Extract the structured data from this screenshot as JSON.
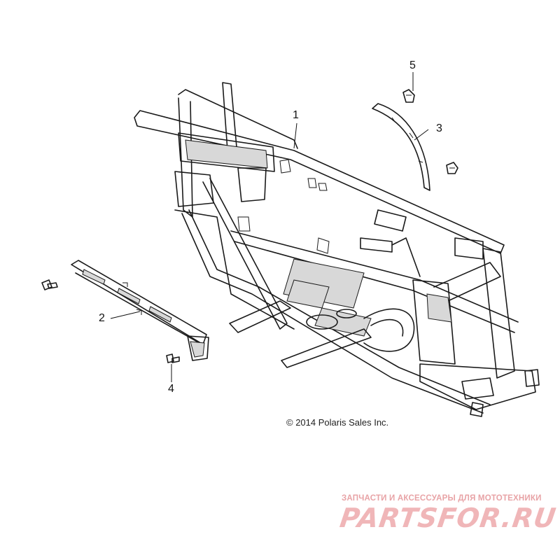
{
  "callouts": {
    "c1": "1",
    "c2": "2",
    "c3": "3",
    "c4": "4",
    "c5": "5"
  },
  "copyright": "© 2014 Polaris Sales Inc.",
  "watermark": {
    "tagline": "ЗАПЧАСТИ И АКСЕССУАРЫ ДЛЯ МОТОТЕХНИКИ",
    "logo": "PARTSFOR.RU"
  }
}
